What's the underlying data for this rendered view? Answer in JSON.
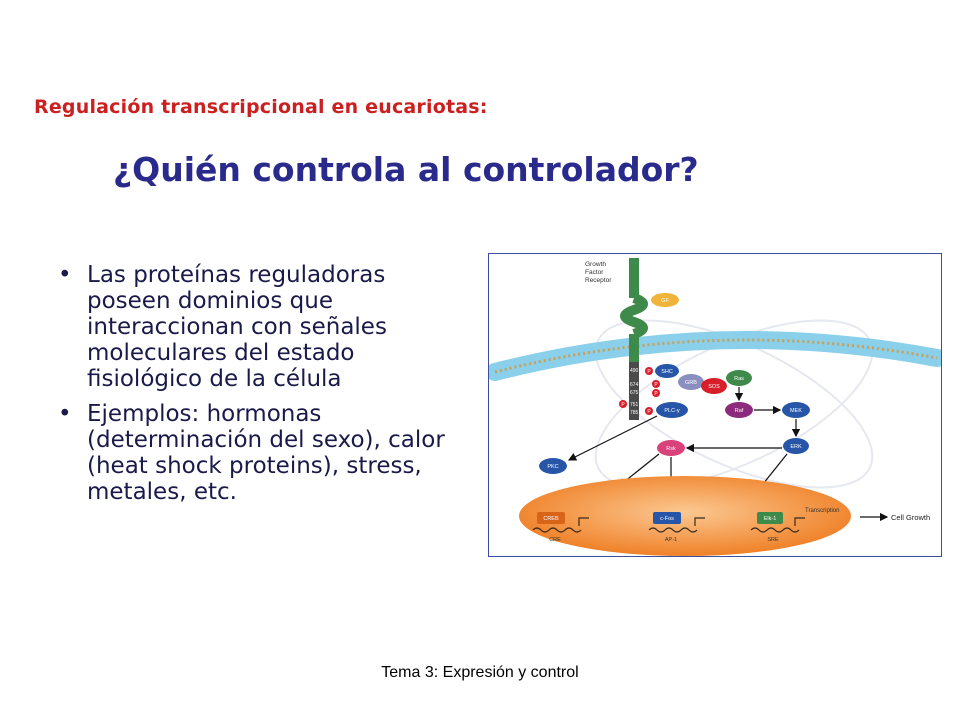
{
  "slide": {
    "subtitle": "Regulación transcripcional en eucariotas:",
    "title": "¿Quién controla al controlador?",
    "bullets": [
      "Las proteínas reguladoras poseen dominios que interaccionan con señales moleculares del estado fisiológico de la célula",
      "Ejemplos: hormonas (determinación del sexo), calor (heat shock proteins), stress, metales, etc."
    ],
    "bullet_glyph": "•",
    "footer": "Tema 3: Expresión y control"
  },
  "diagram": {
    "receptor_label": [
      "Growth",
      "Factor",
      "Receptor"
    ],
    "ligand": "GF",
    "residues": [
      "490",
      "674",
      "675",
      "751",
      "785"
    ],
    "phospho": "P",
    "proteins": {
      "shc": "SHC",
      "grb": "GRB",
      "sos": "SOS",
      "ras": "Ras",
      "raf": "Raf",
      "mek": "MEK",
      "erk": "ERK",
      "plc": "PLC-γ",
      "rsk": "Rsk",
      "pkc": "PKC"
    },
    "factors": {
      "creb": "CREB",
      "cfos": "c-Fos",
      "elk": "Elk-1"
    },
    "elements": {
      "cre": "CRE",
      "ap1": "AP-1",
      "sre": "SRE"
    },
    "transcription": "Transcription",
    "outcome": "Cell Growth",
    "colors": {
      "receptor": "#3d8a4a",
      "membrane": "#8ad0ea",
      "nucleus": "#f07d22",
      "red": "#d81e2a",
      "purple": "#8e2a7c",
      "blue": "#2756a8",
      "gray": "#8a8fc0",
      "gf": "#f0b43a"
    }
  }
}
